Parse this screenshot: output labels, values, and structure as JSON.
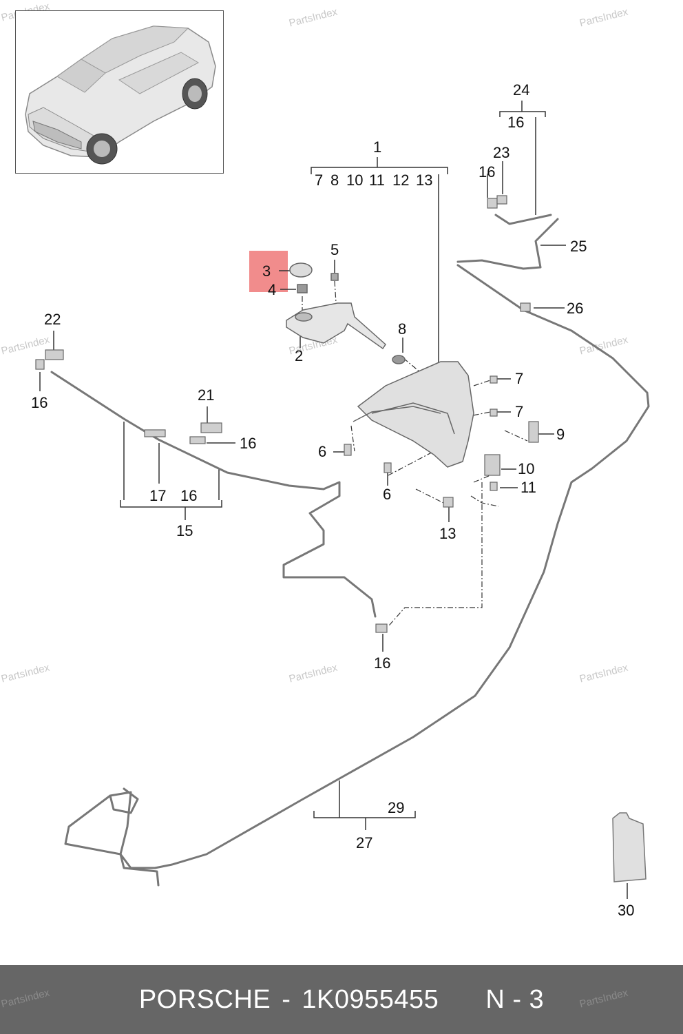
{
  "footer": {
    "brand": "PORSCHE",
    "separator": "-",
    "part_number": "1K0955455",
    "position": "N - 3"
  },
  "watermark": "PartsIndex",
  "highlight_color": "#f08080",
  "callouts": {
    "c1": "1",
    "c7a": "7",
    "c8a": "8",
    "c10a": "10",
    "c11a": "11",
    "c12": "12",
    "c13a": "13",
    "c24": "24",
    "c16a": "16",
    "c23": "23",
    "c16b": "16",
    "c25": "25",
    "c26": "26",
    "c3": "3",
    "c4": "4",
    "c5": "5",
    "c2": "2",
    "c8b": "8",
    "c22": "22",
    "c16c": "16",
    "c21": "21",
    "c16d": "16",
    "c17": "17",
    "c16e": "16",
    "c15": "15",
    "c7b": "7",
    "c7c": "7",
    "c9": "9",
    "c6a": "6",
    "c6b": "6",
    "c10b": "10",
    "c11b": "11",
    "c13b": "13",
    "c16f": "16",
    "c29": "29",
    "c27": "27",
    "c30": "30"
  }
}
